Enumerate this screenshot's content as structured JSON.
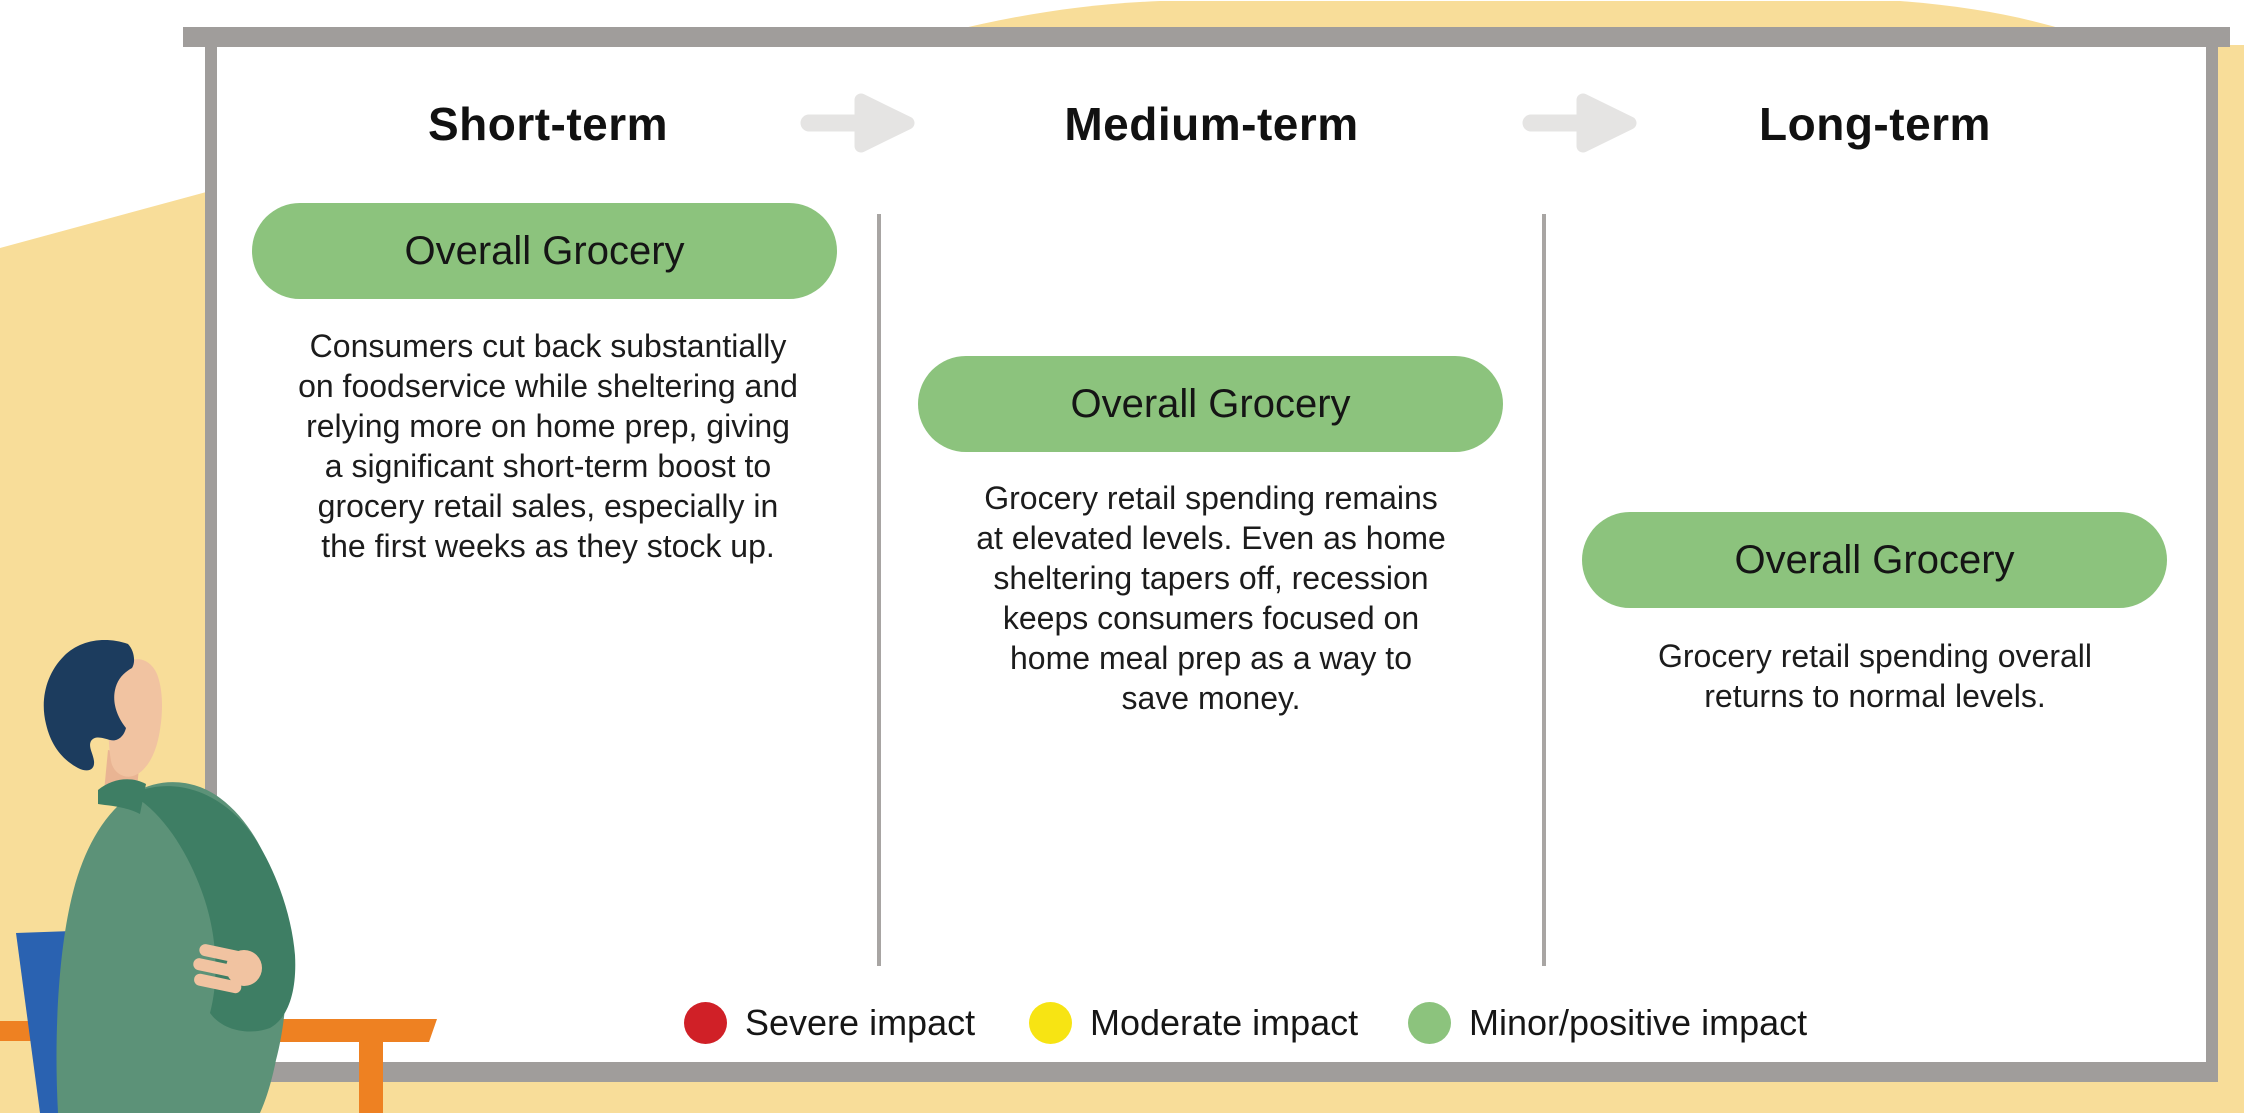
{
  "board": {
    "columns": [
      {
        "header": "Short-term",
        "tag": "Overall Grocery",
        "description": "Consumers cut back substantially\non foodservice while sheltering and\nrelying more on home prep, giving\na significant short-term boost to\ngrocery retail sales, especially in\nthe first weeks as they stock up."
      },
      {
        "header": "Medium-term",
        "tag": "Overall Grocery",
        "description": "Grocery retail spending remains\nat elevated levels. Even as home\nsheltering tapers off, recession\nkeeps consumers focused on\nhome meal prep as a way to\nsave money."
      },
      {
        "header": "Long-term",
        "tag": "Overall Grocery",
        "description": "Grocery retail spending overall\nreturns to normal levels."
      }
    ],
    "legend": [
      {
        "label": "Severe impact",
        "color": "#d02027"
      },
      {
        "label": "Moderate impact",
        "color": "#f7e413"
      },
      {
        "label": "Minor/positive impact",
        "color": "#8cc37d"
      }
    ]
  },
  "icons": {
    "timeline_arrow": "arrow-right-icon",
    "illustration": "person-looking-at-whiteboard"
  },
  "colors": {
    "pill_green": "#8cc37d",
    "legend_red": "#d02027",
    "legend_yellow": "#f7e413",
    "legend_green": "#8cc37d",
    "frame_gray": "#a09d9b",
    "divider_gray": "#a8a5a3",
    "arrow_gray": "#e5e4e3",
    "background_yellow": "#f8dd99",
    "text": "#1a1a1a"
  }
}
